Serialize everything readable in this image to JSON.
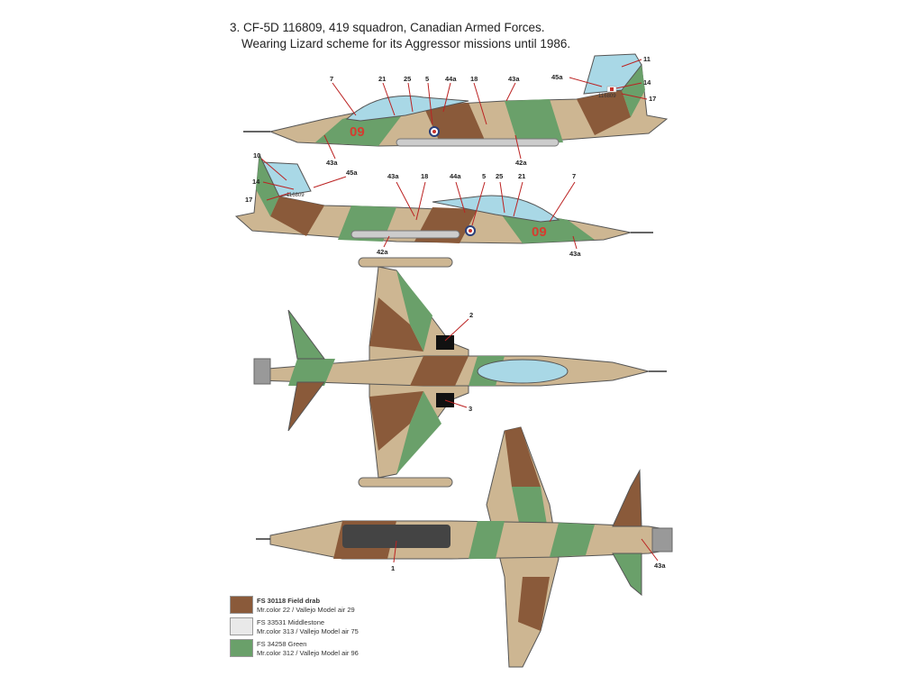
{
  "caption": {
    "line1": "3. CF-5D 116809, 419 squadron, Canadian Armed Forces.",
    "line2": "Wearing Lizard scheme for its Aggressor missions until 1986."
  },
  "aircraft": {
    "nose_number": "09",
    "tail_serial": "116809"
  },
  "callouts": {
    "c1": "1",
    "c2": "2",
    "c3": "3",
    "c5": "5",
    "c7": "7",
    "c10": "10",
    "c11": "11",
    "c14": "14",
    "c17": "17",
    "c18": "18",
    "c21": "21",
    "c25": "25",
    "c42a": "42a",
    "c43a": "43a",
    "c44a": "44a",
    "c45a": "45a"
  },
  "colors": {
    "field_drab": "#8a5a3a",
    "middlestone": "#e9e9e9",
    "green": "#6aa06a",
    "tan": "#cdb692",
    "canopy": "#a9d8e6",
    "roundel_red": "#c8322a",
    "roundel_blue": "#2a3f7a"
  },
  "legend": [
    {
      "fs": "FS 30118 Field drab",
      "mr": "Mr.color 22 / Vallejo Model air 29",
      "color": "#8a5a3a"
    },
    {
      "fs": "FS 33531 Middlestone",
      "mr": "Mr.color 313 / Vallejo Model air 75",
      "color": "#e9e9e9"
    },
    {
      "fs": "FS 34258 Green",
      "mr": "Mr.color 312 / Vallejo Model air 96",
      "color": "#6aa06a"
    }
  ],
  "icons": [
    "canadian-roundel-icon",
    "canadian-flag-icon"
  ]
}
